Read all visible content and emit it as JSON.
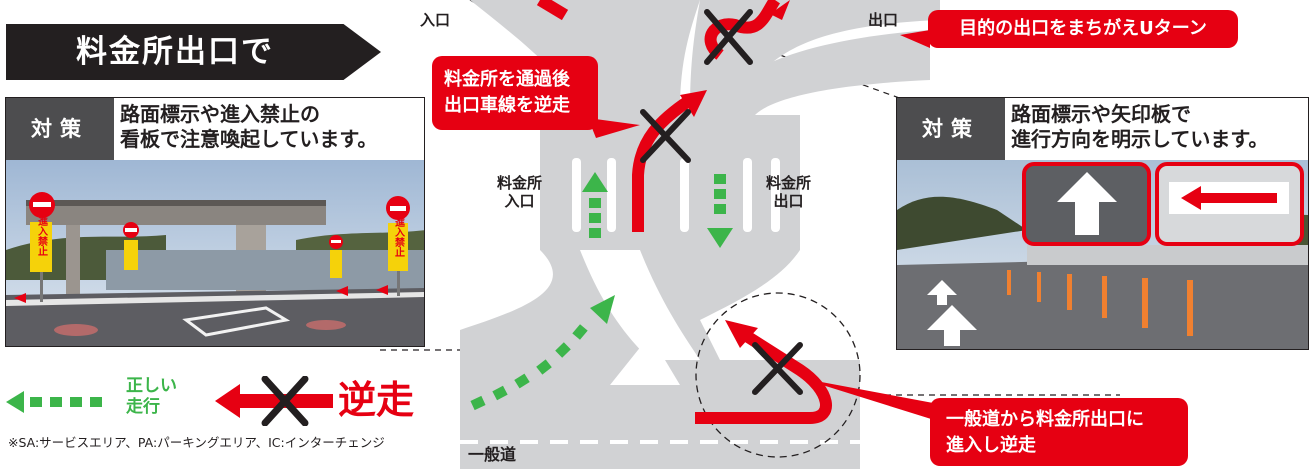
{
  "header": {
    "title": "料金所出口で"
  },
  "labels": {
    "entrance_top": "入口",
    "exit_top": "出口",
    "toll_entrance_line1": "料金所",
    "toll_entrance_line2": "入口",
    "toll_exit_line1": "料金所",
    "toll_exit_line2": "出口",
    "general_road": "一般道"
  },
  "callouts": {
    "uturn": "目的の出口をまちがえUターン",
    "after_toll_line1": "料金所を通過後",
    "after_toll_line2": "出口車線を逆走",
    "general_line1": "一般道から料金所出口に",
    "general_line2": "進入し逆走"
  },
  "measure_left": {
    "tag": "対策",
    "line1": "路面標示や進入禁止の",
    "line2": "看板で注意喚起しています。",
    "sign_text": "進入禁止"
  },
  "measure_right": {
    "tag": "対策",
    "line1": "路面標示や矢印板で",
    "line2": "進行方向を明示しています。"
  },
  "legend": {
    "correct_line1": "正しい",
    "correct_line2": "走行",
    "wrong": "逆走"
  },
  "footnote": "※SA:サービスエリア、PA:パーキングエリア、IC:インターチェンジ",
  "colors": {
    "accent_red": "#e60012",
    "correct_green": "#3cb54a",
    "road_gray": "#d1d2d4",
    "dark": "#231f20"
  }
}
